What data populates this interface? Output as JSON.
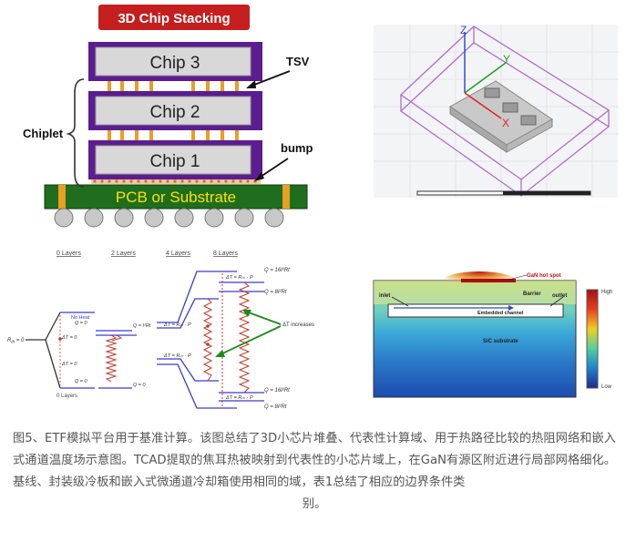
{
  "panel_a": {
    "banner": "3D Chip Stacking",
    "chips": [
      "Chip 3",
      "Chip 2",
      "Chip 1"
    ],
    "substrate": "PCB or Substrate",
    "label_chiplet": "Chiplet",
    "label_tsv": "TSV",
    "label_bump": "bump"
  },
  "panel_b": {
    "axis_z": "Z",
    "axis_y": "Y",
    "axis_x": "X"
  },
  "panel_c": {
    "columns": [
      "0 Layers",
      "2 Layers",
      "4 Layers",
      "8 Layers"
    ],
    "r_label": "R",
    "r_sub": "th",
    "r_eq": " = 0",
    "no_heat": "No Heat",
    "q0": "Q = 0",
    "dt0": "ΔT = 0",
    "bottom_label": "0 Layers",
    "q_i2rt": "Q = I²Rt",
    "dt_rth_p": "ΔT = Rₜₕ · P",
    "q_16": "Q = 16I²Rt",
    "q_8": "Q = 8I²Rt",
    "dt_increases": "ΔT increases"
  },
  "panel_d": {
    "hot_spot": "GaN hot spot",
    "barrier": "Barrier",
    "inlet": "inlet",
    "outlet": "outlet",
    "channel": "Embedded channel",
    "substrate": "SiC substrate",
    "high": "High",
    "low": "Low"
  },
  "caption": {
    "line1": "图5、ETF模拟平台用于基准计算。该图总结了3D小芯片堆叠、代表性计算域、用于热路径比较的热阻网络和嵌入式通道温度场示意图。TCAD提取的焦耳热被映射到代表性的小芯片域上，在GaN有源区附近进行局部网格细化。基线、封装级冷板和嵌入式微通道冷却箱使用相同的域，表1总结了相应的边界条件类",
    "line2": "别。"
  },
  "colors": {
    "banner": "#c41e1e",
    "chip_frame": "#5b1d8f",
    "chip_body": "#d8d8d8",
    "substrate": "#1e6e1e",
    "tsv": "#e8a020",
    "substrate_text": "#ffe000",
    "box_outline": "#b06ccc",
    "axis": "#2f4fd0",
    "axis_x": "#e02020",
    "axis_y": "#1ea01e",
    "network": "#3a3ad0",
    "resistor": "#c0392b",
    "arrow": "#1a8a1a"
  }
}
